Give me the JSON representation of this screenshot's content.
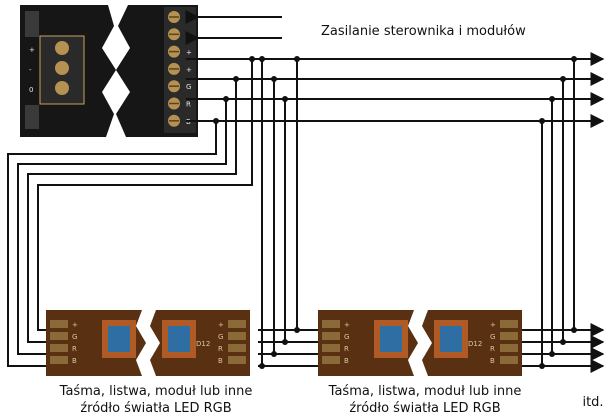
{
  "diagram": {
    "top_label": "Zasilanie  sterownika i modułów",
    "module_label_line1": "Taśma, listwa, moduł lub inne",
    "module_label_line2": "źródło światła LED RGB",
    "etc_label": "itd.",
    "controller_terminals": [
      "+",
      "+",
      "+",
      "+",
      "G",
      "R",
      "B"
    ],
    "controller_side_marks": [
      "+",
      "-",
      "0"
    ],
    "module_pads": [
      "+",
      "G",
      "R",
      "B"
    ],
    "module_chip_label": "D12",
    "colors": {
      "wire": "#111111",
      "board": "#161616",
      "strip": "#5a3012",
      "led_body": "#b05a25",
      "led_core": "#2f6ea3"
    }
  }
}
